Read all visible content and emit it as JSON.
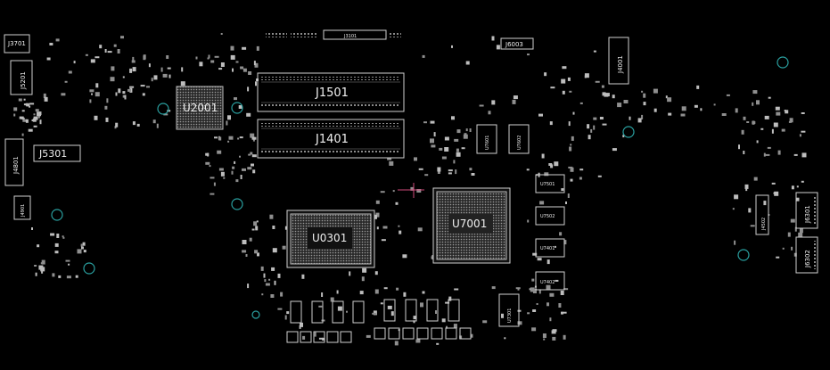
{
  "colors": {
    "background": "#000000",
    "silkscreen": "#d8d8d8",
    "pads": "#bdbdbd",
    "mount_holes": "#2aa0a0",
    "trace_highlight": "#d04a7a"
  },
  "components": {
    "J3701": "J3701",
    "J5201": "J5201",
    "J4801": "J4801",
    "J5301": "J5301",
    "J4901": "J4901",
    "U2001": "U2001",
    "J1501": "J1501",
    "J1401": "J1401",
    "J3101": "J3101",
    "J6003": "J6003",
    "J4001": "J4001",
    "U0301": "U0301",
    "U7001": "U7001",
    "U7501": "U7501",
    "U7502": "U7502",
    "U7401": "U7401",
    "U7402": "U7402",
    "U7601": "U7601",
    "U7602": "U7602",
    "U7301": "U7301",
    "J4502": "J4502",
    "J6301": "J6301",
    "J6302": "J6302"
  }
}
